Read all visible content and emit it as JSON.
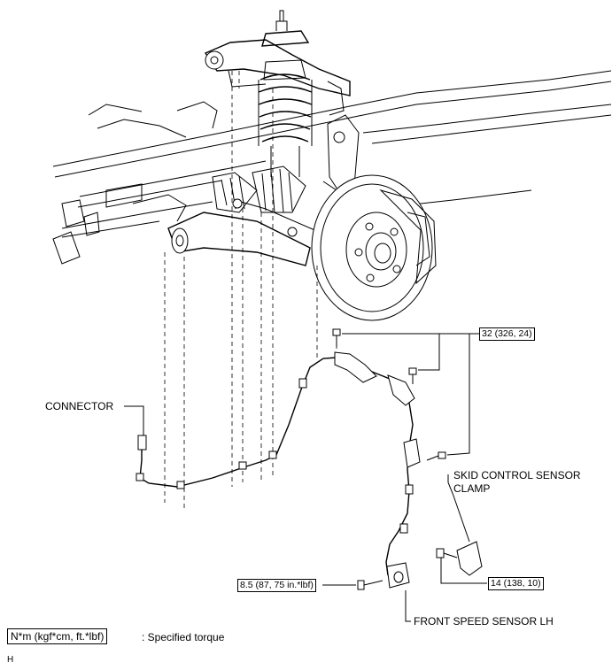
{
  "labels": {
    "connector": "CONNECTOR",
    "skid_clamp_line1": "SKID CONTROL SENSOR",
    "skid_clamp_line2": "CLAMP",
    "front_speed_sensor": "FRONT SPEED SENSOR LH"
  },
  "torques": {
    "upper_bolts": "32 (326, 24)",
    "sensor_bolt": "8.5 (87, 75 in.*lbf)",
    "clamp_bolt": "14 (138, 10)"
  },
  "legend": {
    "unit_box": "N*m (kgf*cm, ft.*lbf)",
    "description": ": Specified torque"
  },
  "corner_mark": "H"
}
